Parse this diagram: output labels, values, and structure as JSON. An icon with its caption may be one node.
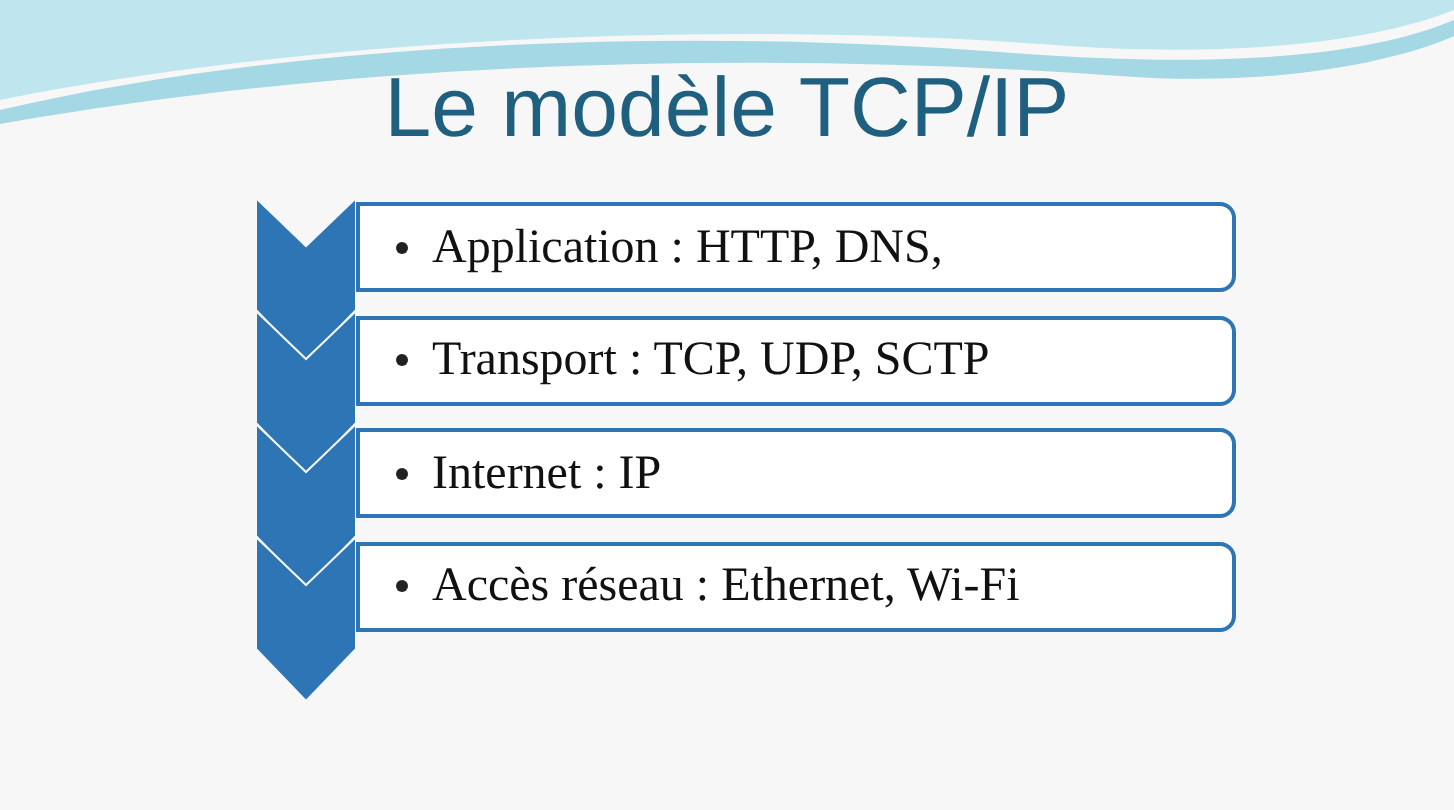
{
  "diagram": {
    "title": "Le modèle TCP/IP",
    "nodes": [
      {
        "text": [
          "Application : HTTP, DNS,"
        ]
      },
      {
        "text": [
          "Transport : TCP, UDP, SCTP"
        ]
      },
      {
        "text": [
          "Internet : IP"
        ]
      },
      {
        "text": [
          "Accès réseau : Ethernet, Wi-Fi"
        ]
      }
    ]
  }
}
